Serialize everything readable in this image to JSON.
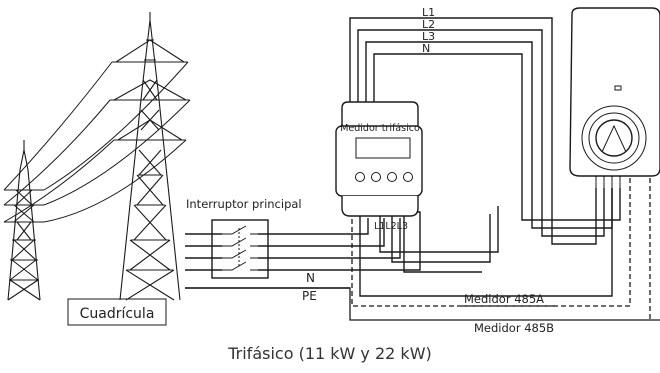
{
  "labels": {
    "l1": "L1",
    "l2": "L2",
    "l3": "L3",
    "n_top": "N",
    "meter_title": "Medidor trifásico",
    "meter_terminals": "L1L2L3",
    "main_switch": "Interruptor principal",
    "n_bottom": "N",
    "pe": "PE",
    "medidor_a": "Medidor 485A",
    "medidor_b": "Medidor 485B",
    "grid": "Cuadrícula",
    "caption": "Trifásico (11 kW y 22 kW)"
  }
}
